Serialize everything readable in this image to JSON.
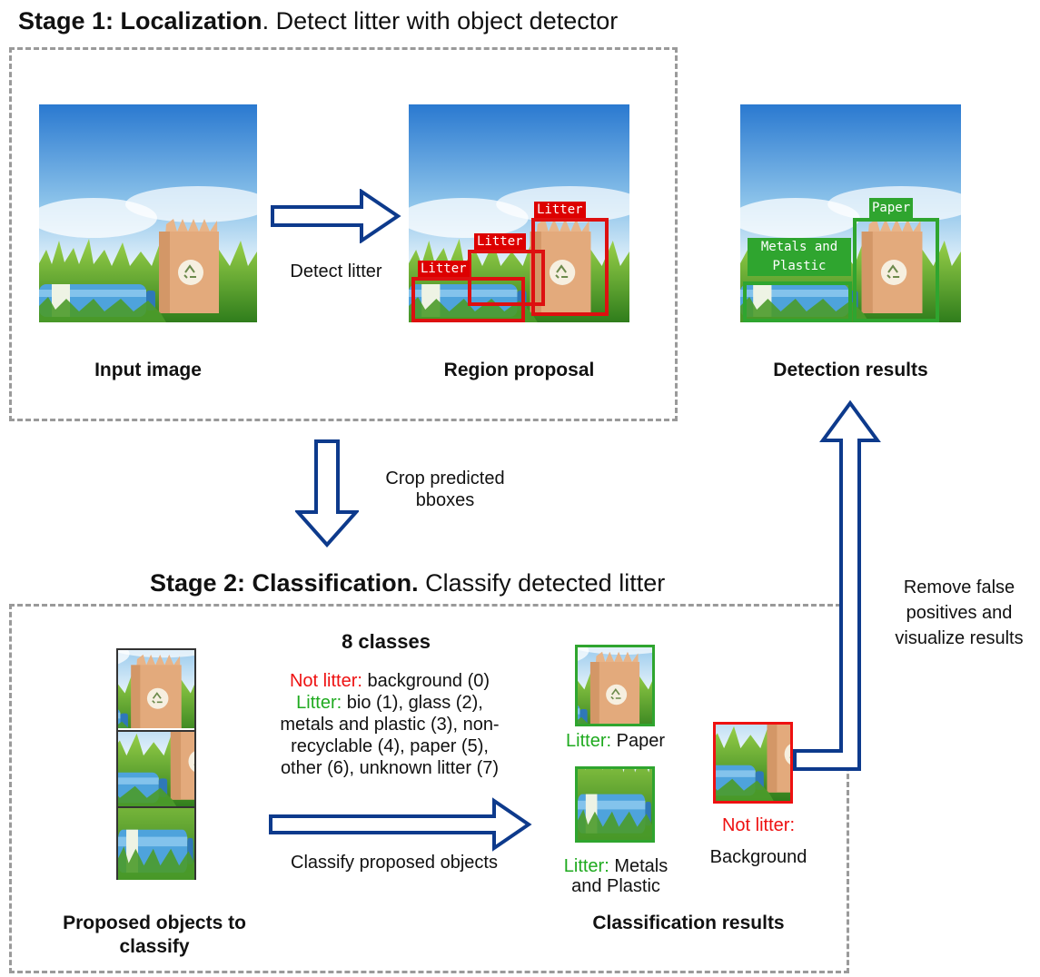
{
  "stage1": {
    "title_bold": "Stage 1: Localization",
    "title_rest": ". Detect litter with object detector",
    "arrow_label": "Detect litter",
    "input_caption": "Input image",
    "proposal_caption": "Region proposal",
    "detection_caption": "Detection results",
    "proposal_tags": [
      "Litter",
      "Litter",
      "Litter"
    ],
    "detection_tags": [
      "Paper",
      "Metals and Plastic"
    ]
  },
  "crop": {
    "label": "Crop predicted bboxes"
  },
  "stage2": {
    "title_bold": "Stage 2: Classification.",
    "title_rest": " Classify detected litter",
    "classes_heading": "8 classes",
    "not_litter_prefix": "Not litter:",
    "not_litter_classes": " background (0)",
    "litter_prefix": "Litter:",
    "litter_classes": " bio (1), glass (2), metals and plastic (3), non-recyclable (4), paper (5), other (6), unknown litter (7)",
    "classify_label": "Classify proposed objects",
    "proposed_caption": "Proposed objects to classify",
    "results_caption": "Classification results",
    "result_paper_prefix": "Litter:",
    "result_paper_value": " Paper",
    "result_metal_prefix": "Litter:",
    "result_metal_value": " Metals and Plastic",
    "result_bg_prefix": "Not litter:",
    "result_bg_value": "Background"
  },
  "remove": {
    "label": "Remove false positives and visualize results"
  },
  "colors": {
    "arrow": "#0d3a8c",
    "litter": "#1faa1f",
    "not_litter": "#ee1111",
    "dash": "#9a9a9a"
  }
}
